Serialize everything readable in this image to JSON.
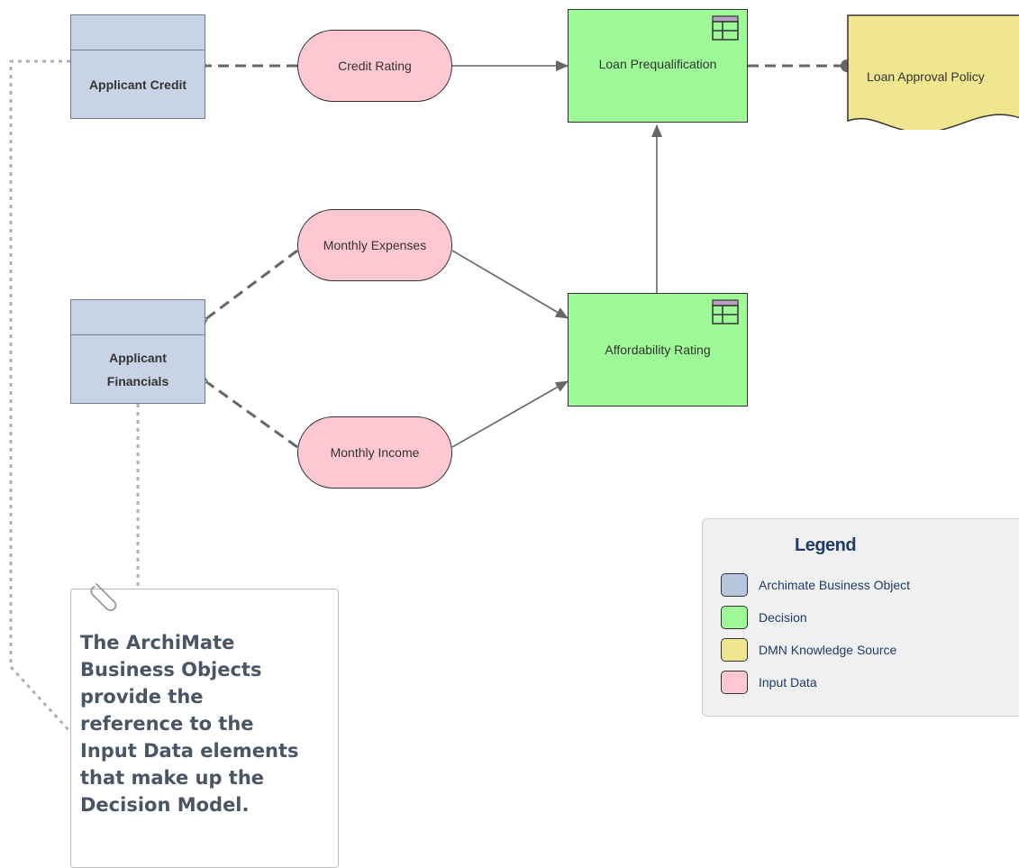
{
  "nodes": {
    "applicant_credit": "Applicant Credit",
    "applicant_financials": "Applicant\nFinancials",
    "credit_rating": "Credit Rating",
    "monthly_expenses": "Monthly Expenses",
    "monthly_income": "Monthly Income",
    "loan_prequalification": "Loan Prequalification",
    "affordability_rating": "Affordability Rating",
    "loan_approval_policy": "Loan Approval Policy"
  },
  "note": {
    "text": "The ArchiMate\nBusiness Objects\nprovide the\nreference to the\nInput Data elements\nthat make up the\nDecision Model."
  },
  "legend": {
    "title": "Legend",
    "items": [
      {
        "label": "Archimate Business Object",
        "color": "#b6c6de"
      },
      {
        "label": "Decision",
        "color": "#9efa96"
      },
      {
        "label": "DMN Knowledge Source",
        "color": "#efe68f"
      },
      {
        "label": "Input Data",
        "color": "#ffc7d2"
      }
    ]
  },
  "colors": {
    "business_object": "#c8d4e6",
    "input_data": "#ffc7d2",
    "decision": "#9efa96",
    "knowledge_source": "#efe68f",
    "legend_text": "#1f3b68"
  }
}
